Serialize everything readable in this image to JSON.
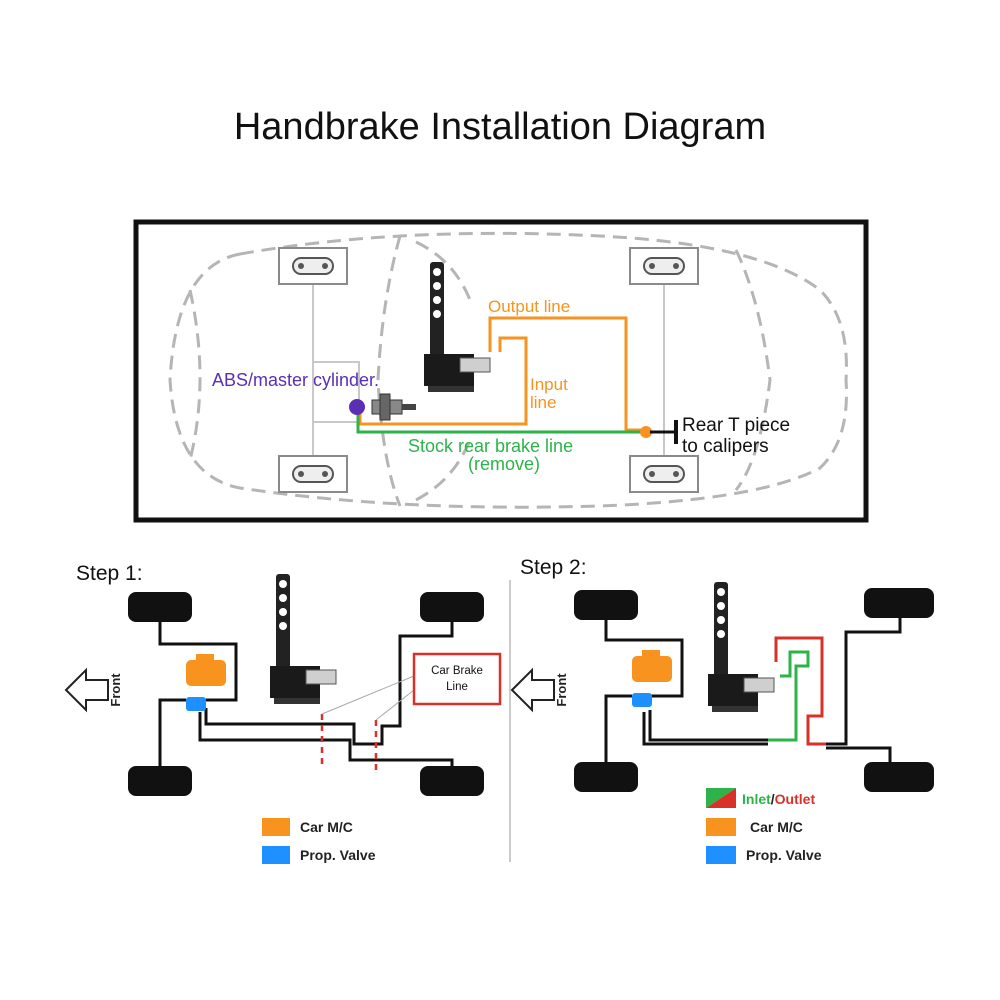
{
  "title": "Handbrake Installation Diagram",
  "top_panel": {
    "output_line": "Output line",
    "input_line_1": "Input",
    "input_line_2": "line",
    "abs_master": "ABS/master cylinder.",
    "stock_line_1": "Stock rear brake line",
    "stock_line_2": "(remove)",
    "rear_t_1": "Rear T piece",
    "rear_t_2": "to calipers"
  },
  "step1": {
    "label": "Step 1:",
    "front": "Front",
    "callout_1": "Car Brake",
    "callout_2": "Line",
    "legend": [
      {
        "color": "#f7931e",
        "label": "Car M/C"
      },
      {
        "color": "#1e90ff",
        "label": "Prop. Valve"
      }
    ]
  },
  "step2": {
    "label": "Step 2:",
    "front": "Front",
    "legend_inlet": "Inlet",
    "legend_slash": "/",
    "legend_outlet": "Outlet",
    "legend": [
      {
        "color": "#f7931e",
        "label": "Car M/C"
      },
      {
        "color": "#1e90ff",
        "label": "Prop. Valve"
      }
    ]
  },
  "colors": {
    "orange": "#f7931e",
    "green": "#2db34a",
    "purple": "#5b2fb5",
    "red": "#d9302a",
    "blue": "#1e90ff"
  }
}
